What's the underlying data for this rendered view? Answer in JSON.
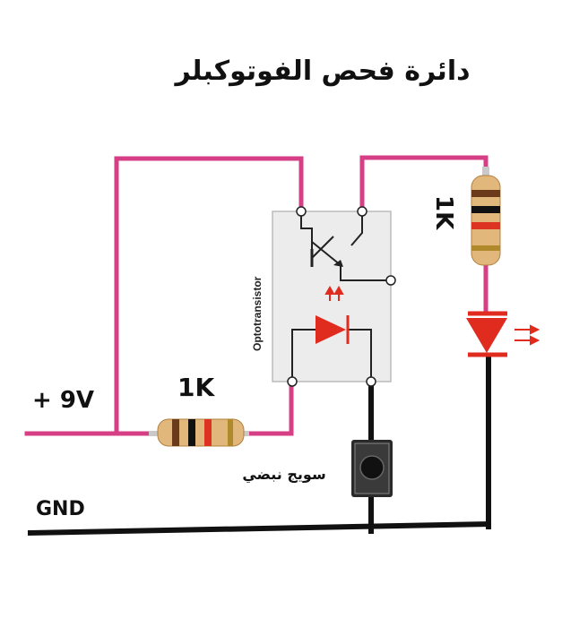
{
  "title": "دائرة فحص الفوتوكبلر",
  "labels": {
    "supply": "+ 9V",
    "ground": "GND",
    "resistor_left": "1K",
    "resistor_right": "1K",
    "optocoupler": "Optotransistor",
    "switch": "سويج نبضي"
  },
  "colors": {
    "wire_pink": "#d63f86",
    "wire_black": "#111111",
    "led_red": "#e02b1f",
    "chip_fill": "#ececec",
    "resistor_body": "#e2b77c"
  }
}
